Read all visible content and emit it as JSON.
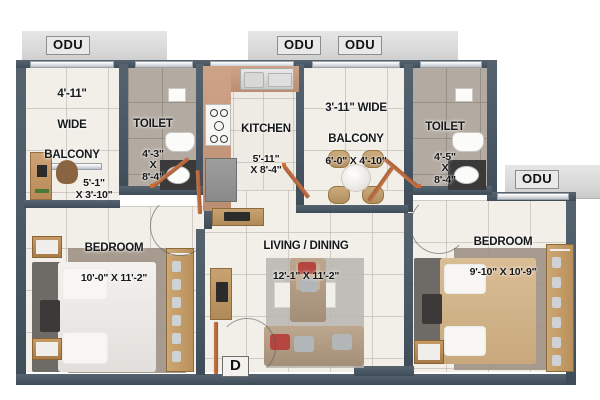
{
  "plan": {
    "title": "Residential Unit Floor Plan",
    "wall_color": "#4a5866",
    "floor_color": "#f2efe9",
    "toilet_floor_color": "#b3aba1",
    "door_color": "#b0632f"
  },
  "odu_tags": [
    {
      "label": "ODU",
      "name": "odu-tag-left"
    },
    {
      "label": "ODU",
      "name": "odu-tag-center-a"
    },
    {
      "label": "ODU",
      "name": "odu-tag-center-b"
    },
    {
      "label": "ODU",
      "name": "odu-tag-right"
    }
  ],
  "entry_tag": {
    "label": "D"
  },
  "rooms": {
    "balcony_left": {
      "name_line1": "4'-11\"",
      "name_line2": "WIDE",
      "name_line3": "BALCONY",
      "dim": "5'-1\"\nX 3'-10\""
    },
    "toilet_left": {
      "name": "TOILET",
      "dim": "4'-3\"\nX\n8'-4\""
    },
    "kitchen": {
      "name": "KITCHEN",
      "dim": "5'-11\"\nX 8'-4\""
    },
    "balcony_center": {
      "name_line1": "3'-11\" WIDE",
      "name_line2": "BALCONY",
      "dim": "6'-0\" X 4'-10\""
    },
    "toilet_right": {
      "name": "TOILET",
      "dim": "4'-5\"\nX\n8'-4\""
    },
    "bedroom_left": {
      "name": "BEDROOM",
      "dim": "10'-0\" X 11'-2\""
    },
    "living_dining": {
      "name": "LIVING / DINING",
      "dim": "12'-1\" X 11'-2\""
    },
    "bedroom_right": {
      "name": "BEDROOM",
      "dim": "9'-10\" X 10'-9\""
    }
  }
}
